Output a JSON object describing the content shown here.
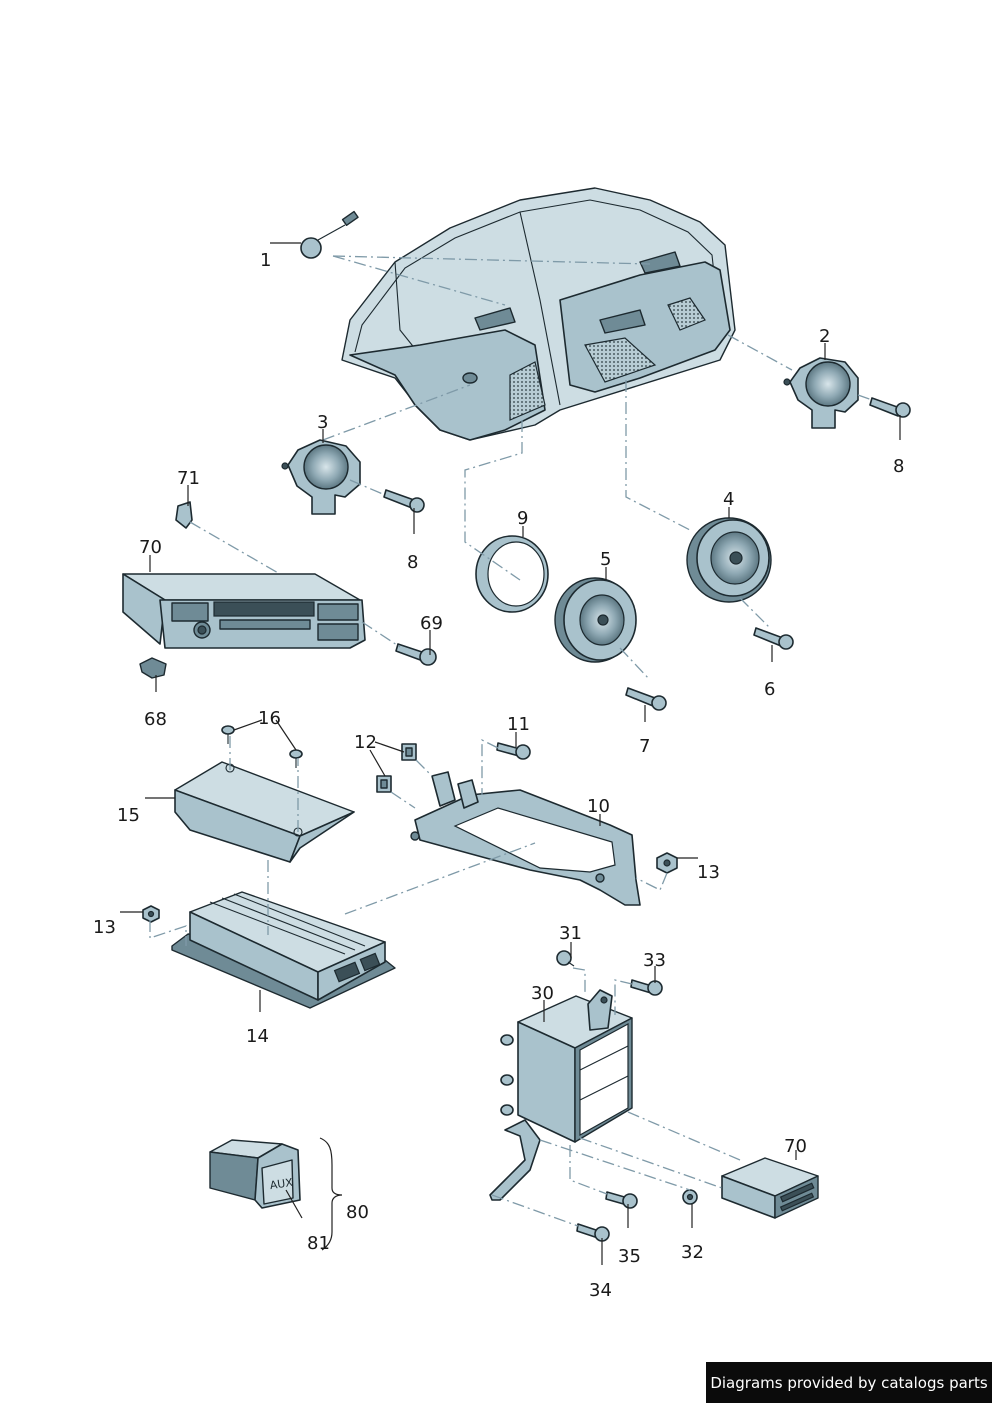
{
  "callouts": {
    "c1": "1",
    "c2": "2",
    "c3": "3",
    "c4": "4",
    "c5": "5",
    "c6": "6",
    "c7": "7",
    "c8a": "8",
    "c8b": "8",
    "c9": "9",
    "c10": "10",
    "c11": "11",
    "c12": "12",
    "c13a": "13",
    "c13b": "13",
    "c14": "14",
    "c15": "15",
    "c16": "16",
    "c30": "30",
    "c31": "31",
    "c32": "32",
    "c33": "33",
    "c34": "34",
    "c35": "35",
    "c68": "68",
    "c69": "69",
    "c70a": "70",
    "c70b": "70",
    "c71": "71",
    "c80": "80",
    "c81": "81"
  },
  "aux_label": "AUX",
  "footer": {
    "text": "Diagrams provided by catalogs parts"
  },
  "colors": {
    "part_fill": "#a9c2cc",
    "outline": "#1d2a30",
    "dash": "#7f9aa8",
    "footer_bg": "#0b0b0b"
  }
}
